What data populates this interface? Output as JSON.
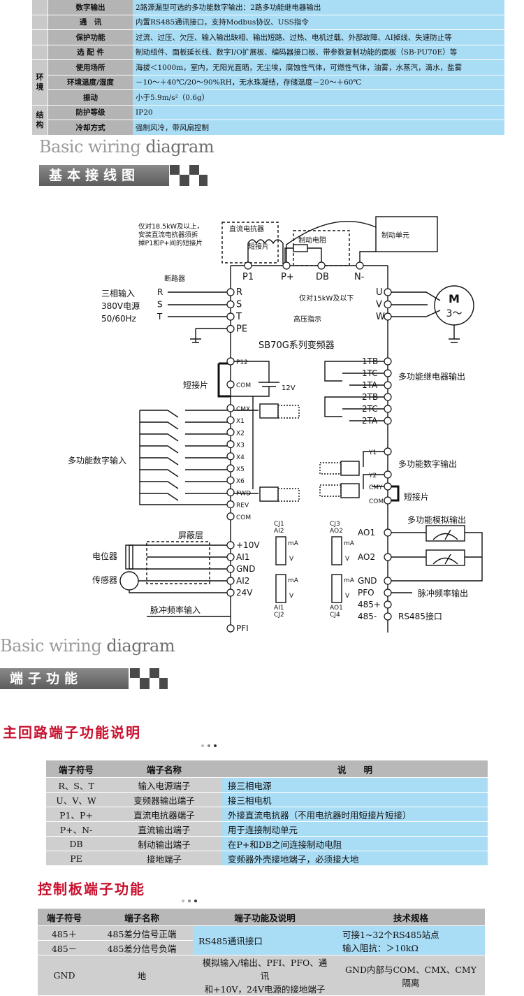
{
  "spec": {
    "rows": [
      {
        "group": "",
        "label": "数字输出",
        "value": "2路源漏型可选的多功能数字输出：2路多功能继电器输出"
      },
      {
        "group": "",
        "label": "通　讯",
        "value": "内置RS485通讯接口，支持Modbus协议、USS指令"
      },
      {
        "group": "",
        "label": "保护功能",
        "value": "过流、过压、欠压、输入输出缺相、输出短路、过热、电机过载、外部故障、AI掉线、失速防止等"
      },
      {
        "group": "",
        "label": "选 配 件",
        "value": "制动组件、面板延长线、数字I/O扩展板、编码器接口板、带参数复制功能的面板（SB-PU70E）等"
      },
      {
        "group": "环境",
        "label": "使用场所",
        "value": "海拔＜1000m，室内，无阳光直晒，无尘埃，腐蚀性气体，可燃性气体，油雾，水蒸汽，滴水，盐雾"
      },
      {
        "group": "",
        "label": "环境温度/湿度",
        "value": "－10～＋40℃/20～90%RH，无水珠凝结，存储温度－20～＋60℃"
      },
      {
        "group": "",
        "label": "振动",
        "value": "小于5.9m/s²（0.6g）"
      },
      {
        "group": "结构",
        "label": "防护等级",
        "value": "IP20"
      },
      {
        "group": "",
        "label": "冷却方式",
        "value": "强制风冷，带风扇控制"
      }
    ]
  },
  "section1": {
    "english_a": "Basic wiring",
    "english_b": "diagram",
    "title": "基本接线图"
  },
  "section2": {
    "english_a": "Basic wiring",
    "english_b": "diagram",
    "title": "端子功能"
  },
  "diagram": {
    "note_reactor": [
      "仅对18.5kW及以上，",
      "安装直流电抗器须拆",
      "掉P1和P+间的短接片"
    ],
    "dc_reactor": "直流电抗器",
    "jumper": "短接片",
    "brake_resistor": "制动电阻",
    "brake_unit": "制动单元",
    "only_15kw": "仅对15kW及以下",
    "breaker": "断路器",
    "input_lines": [
      "三相输入",
      "380V电源",
      "50/60Hz"
    ],
    "high_voltage": "高压指示",
    "inverter": "SB70G系列变频器",
    "jumper_left": "短接片",
    "digital_input": "多功能数字输入",
    "relay_output": "多功能继电器输出",
    "digital_output": "多功能数字输出",
    "jumper_right": "短接片",
    "analog_output": "多功能模拟输出",
    "pulse_output": "脉冲频率输出",
    "rs485": "RS485接口",
    "shield": "屏蔽层",
    "potentiometer": "电位器",
    "sensor": "传感器",
    "pulse_input": "脉冲频率输入",
    "motor_m": "M",
    "motor_3": "3～",
    "v12": "12V",
    "mA": "mA",
    "V": "V",
    "terminals_top": [
      "P1",
      "P+",
      "DB",
      "N-"
    ],
    "terminals_in": [
      "R",
      "S",
      "T",
      "PE"
    ],
    "terminals_out": [
      "U",
      "V",
      "W"
    ],
    "terminals_left": [
      "P12",
      "COM",
      "CMX",
      "X1",
      "X2",
      "X3",
      "X4",
      "X5",
      "X6",
      "FWD",
      "REV",
      "COM"
    ],
    "terminals_analog": [
      "+10V",
      "AI1",
      "GND",
      "AI2",
      "24V",
      "PFI"
    ],
    "terminals_right": [
      "1TB",
      "1TC",
      "1TA",
      "2TB",
      "2TC",
      "2TA",
      "Y1",
      "Y2",
      "CMY",
      "COM"
    ],
    "terminals_right2": [
      "AO1",
      "AO2",
      "GND",
      "PFO",
      "485+",
      "485-"
    ],
    "cj": [
      "CJ1",
      "AI2",
      "CJ3",
      "AO2",
      "AI1",
      "CJ2",
      "AO1",
      "CJ4"
    ]
  },
  "main_title": "主回路端子功能说明",
  "main_table": {
    "headers": [
      "端子符号",
      "端子名称",
      "说　　明"
    ],
    "rows": [
      [
        "R、S、T",
        "输入电源端子",
        "接三相电源"
      ],
      [
        "U、V、W",
        "变频器输出端子",
        "接三相电机"
      ],
      [
        "P1、P+",
        "直流电抗器端子",
        "外接直流电抗器（不用电抗器时用短接片短接）"
      ],
      [
        "P+、N-",
        "直流输出端子",
        "用于连接制动单元"
      ],
      [
        "DB",
        "制动输出端子",
        "在P+和DB之间连接制动电阻"
      ],
      [
        "PE",
        "接地端子",
        "变频器外壳接地端子，必须接大地"
      ]
    ]
  },
  "ctrl_title": "控制板端子功能",
  "ctrl_table": {
    "headers": [
      "端子符号",
      "端子名称",
      "端子功能及说明",
      "技术规格"
    ],
    "r1": [
      "485＋",
      "485差分信号正端"
    ],
    "r2": [
      "485－",
      "485差分信号负端"
    ],
    "rs_func": "RS485通讯接口",
    "rs_spec": [
      "可接1~32个RS485站点",
      "输入阻抗：＞10kΩ"
    ],
    "gnd": [
      "GND",
      "地"
    ],
    "gnd_func": [
      "模拟输入/输出、PFI、PFO、通讯",
      "和+10V，24V电源的接地端子"
    ],
    "gnd_spec": "GND内部与COM、CMX、CMY隔离"
  }
}
